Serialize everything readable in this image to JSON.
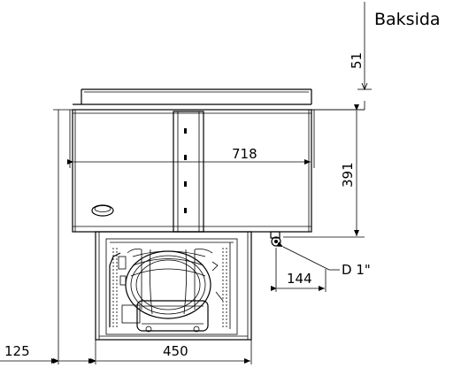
{
  "side_label": "Baksida",
  "dimensions": {
    "top_offset": "51",
    "width_cabinet": "718",
    "height": "391",
    "drain_offset": "144",
    "left_offset": "125",
    "unit_width": "450"
  },
  "drain_label": "D 1\""
}
